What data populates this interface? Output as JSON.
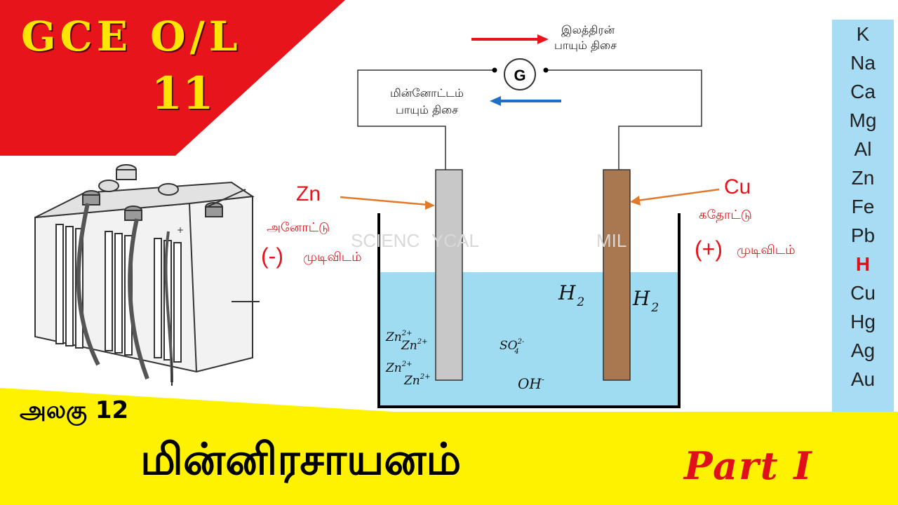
{
  "header": {
    "exam": "GCE  O/L",
    "grade": "11"
  },
  "circuit": {
    "galvanometer": "G",
    "electron_flow": [
      "இலத்திரன்",
      "பாயும் திசை"
    ],
    "current_flow": [
      "மின்னோட்டம்",
      "பாயும் திசை"
    ]
  },
  "anode": {
    "metal": "Zn",
    "name": "அனோட்டு",
    "sign": "(-)",
    "terminal": "முடிவிடம்"
  },
  "cathode": {
    "metal": "Cu",
    "name": "கதோட்டு",
    "sign": "(+)",
    "terminal": "முடிவிடம்"
  },
  "solution": {
    "gas_a": {
      "symbol": "H",
      "sub": "2"
    },
    "gas_b": {
      "symbol": "H",
      "sub": "2"
    },
    "ions": [
      {
        "base": "Zn",
        "sup": "2+"
      },
      {
        "base": "Zn",
        "sup": "2+"
      },
      {
        "base": "Zn",
        "sup": "2+"
      },
      {
        "base": "Zn",
        "sup": "2+"
      }
    ],
    "sulfate": {
      "base": "SO",
      "sub": "4",
      "sup": "2-"
    },
    "hydroxide": {
      "base": "OH",
      "sup": "-"
    }
  },
  "watermark": [
    "SCIENC",
    "YCAL",
    "MIL"
  ],
  "activity_series": [
    "K",
    "Na",
    "Ca",
    "Mg",
    "Al",
    "Zn",
    "Fe",
    "Pb",
    "H",
    "Cu",
    "Hg",
    "Ag",
    "Au"
  ],
  "highlight_metal": "H",
  "banner": {
    "unit": "அலகு 12",
    "title": "மின்னிரசாயனம்",
    "part": "Part  I"
  },
  "colors": {
    "red": "#e8141c",
    "yellow": "#fff200",
    "blue_solution": "#9fdcf2",
    "zinc_rod": "#c8c8c8",
    "copper_rod": "#a97850",
    "series_bg": "#a8dcf5"
  }
}
